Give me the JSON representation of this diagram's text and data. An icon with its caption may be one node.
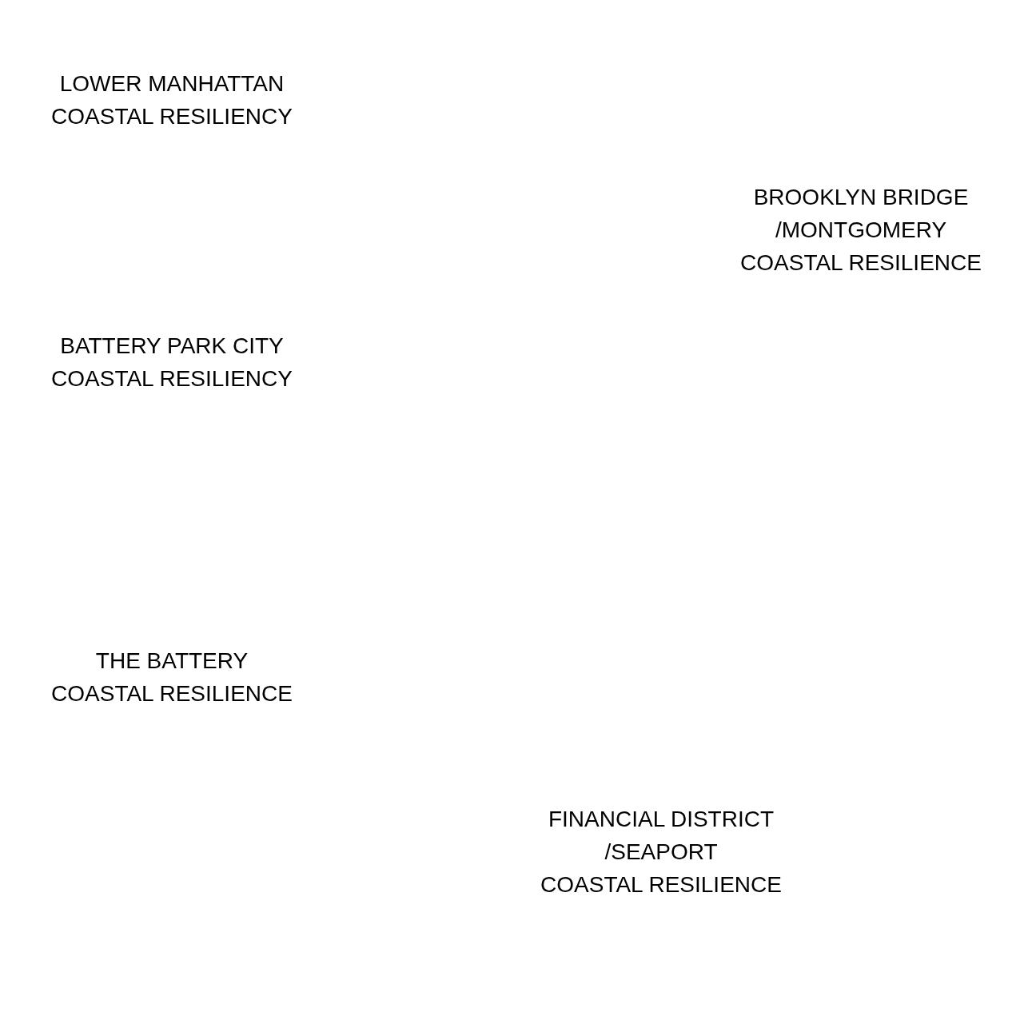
{
  "diagram": {
    "labels": [
      "LOWER MANHATTAN COASTAL RESILIENCY",
      "BROOKLYN BRIDGE /MONTGOMERY COASTAL RESILIENCE",
      "BATTERY PARK CITY COASTAL RESILIENCY",
      "THE BATTERY COASTAL RESILIENCE",
      "FINANCIAL DISTRICT /SEAPORT COASTAL RESILIENCE"
    ]
  }
}
